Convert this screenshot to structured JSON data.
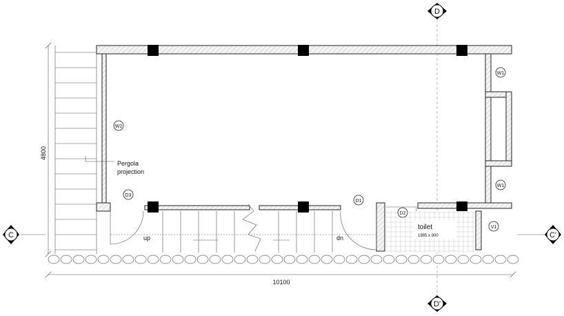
{
  "tags": {
    "w1_top": "W1",
    "w1_bottom": "W1",
    "w2": "W2",
    "d1": "D1",
    "d2": "D2",
    "d3": "D3",
    "v1": "V1"
  },
  "labels": {
    "pergola_line1": "Pergola",
    "pergola_line2": "projection",
    "toilet": "toilet",
    "toilet_size": "1985 x 900",
    "stair_up": "up",
    "stair_down": "dn"
  },
  "dimensions": {
    "width": "10100",
    "height": "4800"
  },
  "section_markers": {
    "c_left": "C",
    "c_right": "C'",
    "d_top": "D",
    "d_bottom": "D'"
  }
}
